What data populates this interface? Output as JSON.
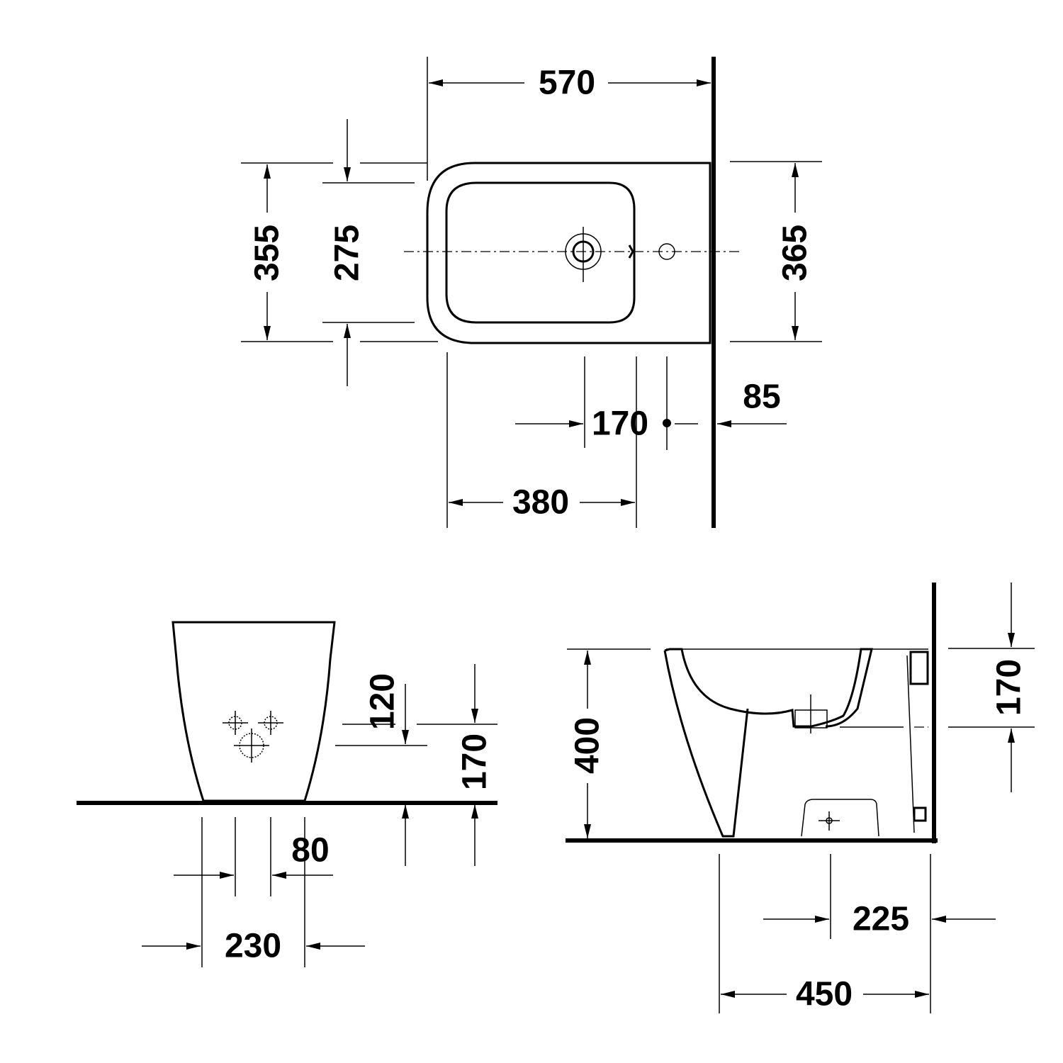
{
  "drawing": {
    "top_view": {
      "overall_depth": "570",
      "width_outer": "355",
      "bowl_width": "275",
      "width_wall": "365",
      "tap_to_hole": "170",
      "hole_to_wall": "85",
      "front_to_tap": "380"
    },
    "front_view": {
      "connection_height_upper": "120",
      "connection_height": "170",
      "connection_spacing": "80",
      "foot_width": "230"
    },
    "side_view": {
      "height": "400",
      "outlet_height": "170",
      "outlet_from_wall": "225",
      "foot_depth": "450"
    }
  }
}
